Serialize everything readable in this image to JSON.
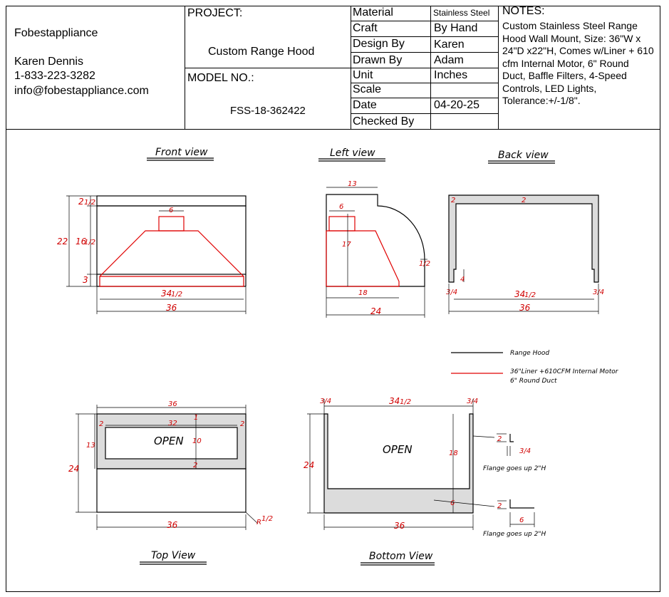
{
  "company": {
    "name": "Fobestappliance",
    "contact_name": "Karen Dennis",
    "phone": "1-833-223-3282",
    "email": "info@fobestappliance.com"
  },
  "project": {
    "label": "PROJECT:",
    "value": "Custom Range Hood"
  },
  "model": {
    "label": "MODEL NO.:",
    "value": "FSS-18-362422"
  },
  "specs": [
    {
      "label": "Material",
      "value": "Stainless Steel"
    },
    {
      "label": "Craft",
      "value": "By Hand"
    },
    {
      "label": "Design By",
      "value": "Karen"
    },
    {
      "label": "Drawn By",
      "value": "Adam"
    },
    {
      "label": "Unit",
      "value": "Inches"
    },
    {
      "label": "Scale",
      "value": ""
    },
    {
      "label": "Date",
      "value": "04-20-25"
    },
    {
      "label": "Checked By",
      "value": ""
    }
  ],
  "notes": {
    "label": "NOTES:",
    "lines": [
      "Custom Stainless Steel Range",
      "Hood Wall Mount, Size: 36\"W x",
      "24\"D x22\"H, Comes w/Liner + 610",
      "cfm Internal Motor, 6\" Round",
      "Duct, Baffle Filters, 4-Speed",
      "Controls, LED Lights,",
      "Tolerance:+/-1/8\"."
    ]
  },
  "views": {
    "front": "Front view",
    "left": "Left view",
    "back": "Back view",
    "top": "Top View",
    "bottom": "Bottom View"
  },
  "legend": {
    "hood": "Range Hood",
    "liner_1": "36\"Liner +610CFM Internal Motor",
    "liner_2": "6\" Round Duct",
    "color_hood": "#000000",
    "color_liner": "#e00000"
  },
  "dims": {
    "front": {
      "top": "2",
      "mid": "16",
      "bot": "3",
      "total": "22",
      "duct": "6",
      "liner": "34",
      "width": "36",
      "half": "1/2"
    },
    "left": {
      "top": "13",
      "duct": "6",
      "height": "17",
      "liner": "18",
      "depth": "24",
      "radius": "1/2"
    },
    "back": {
      "frame_l": "2",
      "frame_t": "2",
      "gap": "4",
      "side_l": "3/4",
      "side_r": "3/4",
      "liner": "34",
      "width": "36",
      "half": "1/2"
    },
    "top": {
      "width_top": "36",
      "inner": "32",
      "side_l": "2",
      "side_r": "2",
      "top_gap": "1",
      "depth_open": "10",
      "bot_gap": "2",
      "depth_13": "13",
      "depth": "24",
      "width": "36",
      "radius": "R",
      "radius_v": "1/2",
      "open": "OPEN"
    },
    "bottom": {
      "side_l": "3/4",
      "inner": "34",
      "inner_half": "1/2",
      "side_r": "3/4",
      "depth": "24",
      "height": "18",
      "front": "6",
      "width": "36",
      "open": "OPEN"
    },
    "flange": {
      "dim_top": "2",
      "thick": "3/4",
      "caption_1": "Flange goes up 2\"H",
      "dim_bot": "2",
      "length": "6",
      "caption_2": "Flange goes up 2\"H"
    }
  }
}
